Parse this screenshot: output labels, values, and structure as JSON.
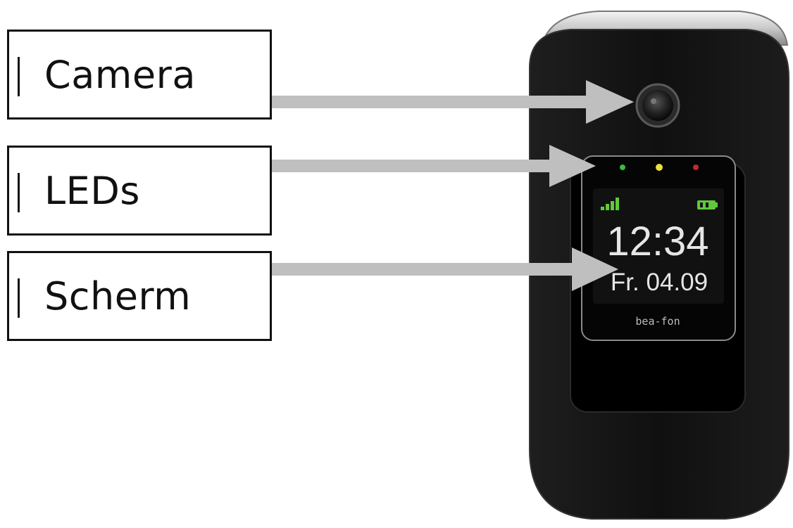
{
  "labels": {
    "camera": "Camera",
    "leds": "LEDs",
    "screen": "Scherm"
  },
  "phone_display": {
    "time": "12:34",
    "date": "Fr. 04.09",
    "brand": "bea-fon"
  },
  "colors": {
    "phone_body": "#141414",
    "arrow": "#bfbfbf",
    "led_green": "#3dbb3d",
    "led_yellow": "#e8e23a",
    "led_red": "#c42a2a",
    "status_green": "#5fc93a"
  },
  "icons": [
    "signal-icon",
    "battery-icon",
    "camera-lens-icon"
  ]
}
